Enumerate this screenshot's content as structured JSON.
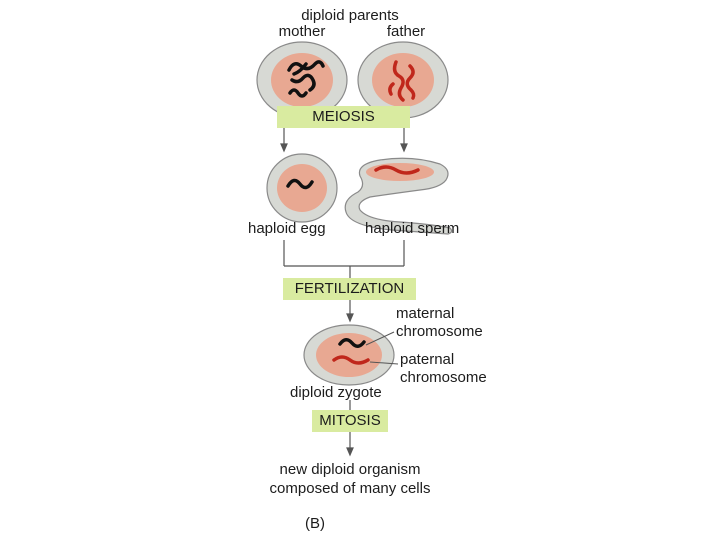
{
  "diagram": {
    "top_title": "diploid parents",
    "mother_label": "mother",
    "father_label": "father",
    "meiosis_label": "MEIOSIS",
    "egg_label": "haploid egg",
    "sperm_label": "haploid sperm",
    "fertilization_label": "FERTILIZATION",
    "maternal_label_line1": "maternal",
    "maternal_label_line2": "chromosome",
    "paternal_label_line1": "paternal",
    "paternal_label_line2": "chromosome",
    "zygote_label": "diploid zygote",
    "mitosis_label": "MITOSIS",
    "organism_line1": "new diploid organism",
    "organism_line2": "composed of many cells",
    "panel_label": "(B)"
  },
  "colors": {
    "cell_fill": "#d7d9d4",
    "nucleus_fill": "#e8a892",
    "maternal_chromosome": "#111111",
    "paternal_chromosome": "#c0271b",
    "band_fill": "#d9eba0",
    "line": "#555555"
  }
}
